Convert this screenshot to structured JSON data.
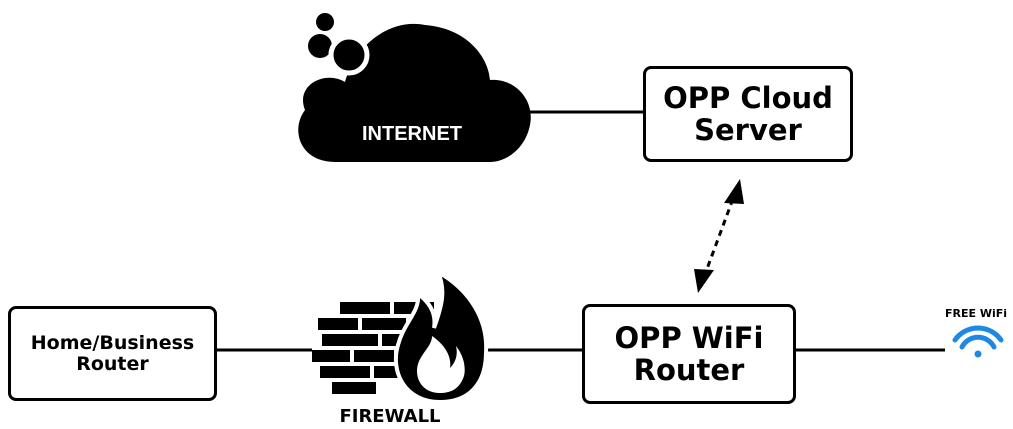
{
  "nodes": {
    "internet": {
      "label": "INTERNET"
    },
    "cloud_server": {
      "label": "OPP Cloud\nServer"
    },
    "home_router": {
      "label": "Home/Business\nRouter"
    },
    "wifi_router": {
      "label": "OPP WiFi\nRouter"
    },
    "firewall": {
      "label": "FIREWALL"
    },
    "free_wifi": {
      "label": "FREE WiFi"
    }
  },
  "colors": {
    "line": "#000000",
    "cloud_fill": "#000000",
    "wifi_signal": "#1e88e5"
  },
  "icons": [
    "cloud-icon",
    "firewall-icon",
    "wifi-signal-icon"
  ]
}
